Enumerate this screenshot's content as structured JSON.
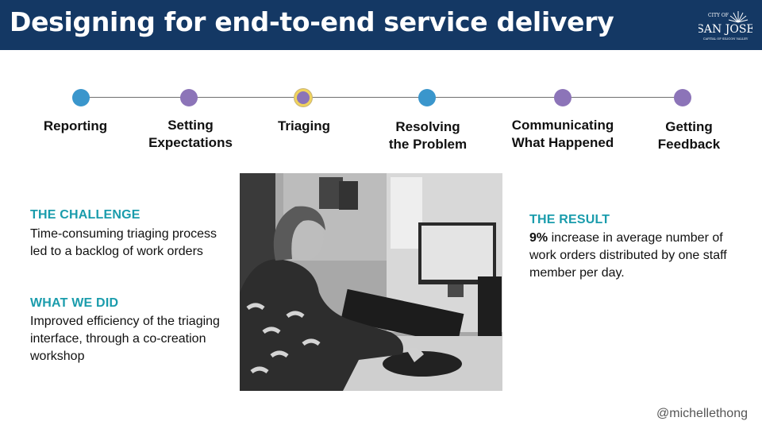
{
  "header": {
    "title": "Designing for end-to-end service delivery",
    "logo": {
      "line1": "CITY OF",
      "name": "SAN JOSE",
      "tagline": "CAPITAL OF SILICON VALLEY"
    }
  },
  "steps": [
    {
      "label": "Reporting",
      "state": "blue"
    },
    {
      "label": "Setting\nExpectations",
      "state": "purple"
    },
    {
      "label": "Triaging",
      "state": "active"
    },
    {
      "label": "Resolving\nthe Problem",
      "state": "blue"
    },
    {
      "label": "Communicating\nWhat Happened",
      "state": "purple"
    },
    {
      "label": "Getting\nFeedback",
      "state": "purple"
    }
  ],
  "challenge": {
    "heading": "THE CHALLENGE",
    "text": "Time-consuming triaging process led to a backlog of work orders"
  },
  "what_we_did": {
    "heading": "WHAT WE DID",
    "text": "Improved efficiency of the triaging interface, through a co-creation workshop"
  },
  "result": {
    "heading": "THE RESULT",
    "highlight": "9%",
    "text": " increase in average number of work orders distributed by one staff member per day."
  },
  "footer": {
    "handle": "@michellethong"
  },
  "colors": {
    "header_bg": "#143864",
    "accent_teal": "#1a9cac",
    "node_blue": "#3a96cc",
    "node_purple": "#8c74b8",
    "active_ring": "#f0d35c"
  }
}
